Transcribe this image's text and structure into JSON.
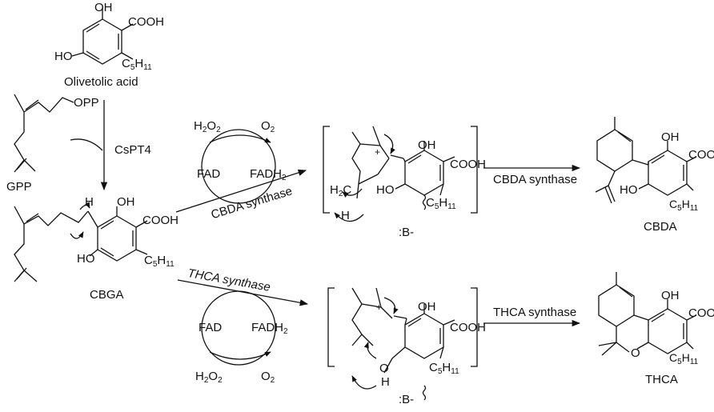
{
  "compounds": {
    "olivetolic_acid": "Olivetolic acid",
    "gpp": "GPP",
    "cbga": "CBGA",
    "cbda": "CBDA",
    "thca": "THCA"
  },
  "enzymes": {
    "cspt4": "CsPT4",
    "cbda_synthase": "CBDA synthase",
    "thca_synthase": "THCA synthase"
  },
  "cofactors": {
    "h2o2": {
      "main": "H",
      "s1": "2",
      "mid": "O",
      "s2": "2"
    },
    "o2": {
      "main": "O",
      "s1": "2"
    },
    "fad": "FAD",
    "fadh2": {
      "main": "FADH",
      "s1": "2"
    }
  },
  "atoms": {
    "oh": "OH",
    "ho": "HO",
    "cooh": "COOH",
    "opp": "OPP",
    "o": "O",
    "h": "H",
    "plus": "+",
    "c5h11": {
      "main": "C",
      "s1": "5",
      "mid": "H",
      "s2": "11"
    },
    "h2c": {
      "main": "H",
      "s1": "2",
      "mid": "C"
    },
    "base": ":B-"
  }
}
